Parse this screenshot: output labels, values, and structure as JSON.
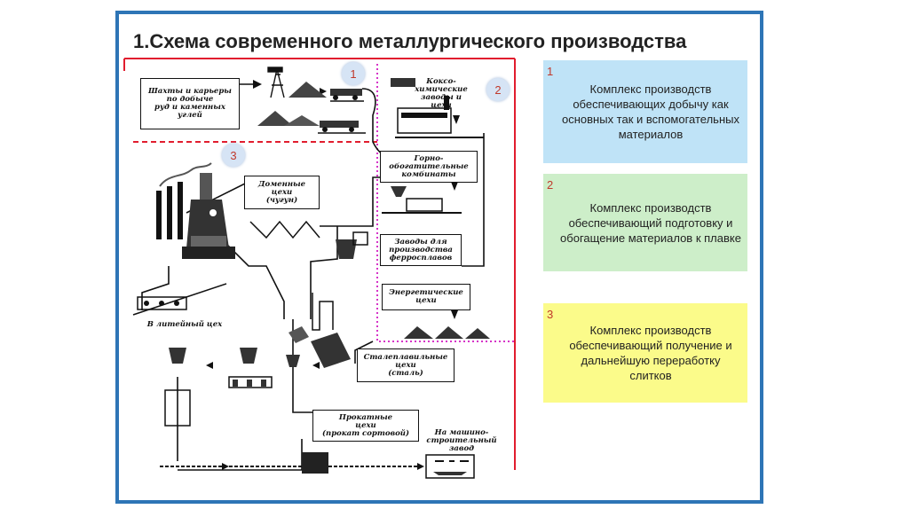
{
  "title": "1.Схема современного металлургического производства",
  "markers": [
    "1",
    "2",
    "3"
  ],
  "scheme_labels": {
    "mines": "Шахты и карьеры\nпо добыче\nруд и каменных\nуглей",
    "coke": "Коксо-\nхимические\nзаводы и цехи",
    "enrich": "Горно-\nобогатительные\nкомбинаты",
    "blast": "Доменные\nцехи\n(чугун)",
    "ferro": "Заводы для\nпроизводства\nферросплавов",
    "energy": "Энергетические\nцехи",
    "foundry": "В литейный цех",
    "steel": "Сталеплавильные\nцехи\n(сталь)",
    "rolling": "Прокатные\nцехи\n(прокат сортовой)",
    "machine": "На машино-\nстроительный\nзавод"
  },
  "panels": [
    {
      "num": "1",
      "text": "Комплекс производств обеспечивающих добычу как основных так и вспомогательных материалов",
      "color": "#bfe3f7"
    },
    {
      "num": "2",
      "text": "Комплекс производств обеспечивающий подготовку и обогащение материалов к плавке",
      "color": "#cdeec9"
    },
    {
      "num": "3",
      "text": "Комплекс производств обеспечивающий получение и дальнейшую переработку слитков",
      "color": "#fbfb8a"
    }
  ],
  "colors": {
    "frame": "#2e75b6",
    "red_divider": "#e11d2e",
    "pink_divider": "#d633c8"
  }
}
